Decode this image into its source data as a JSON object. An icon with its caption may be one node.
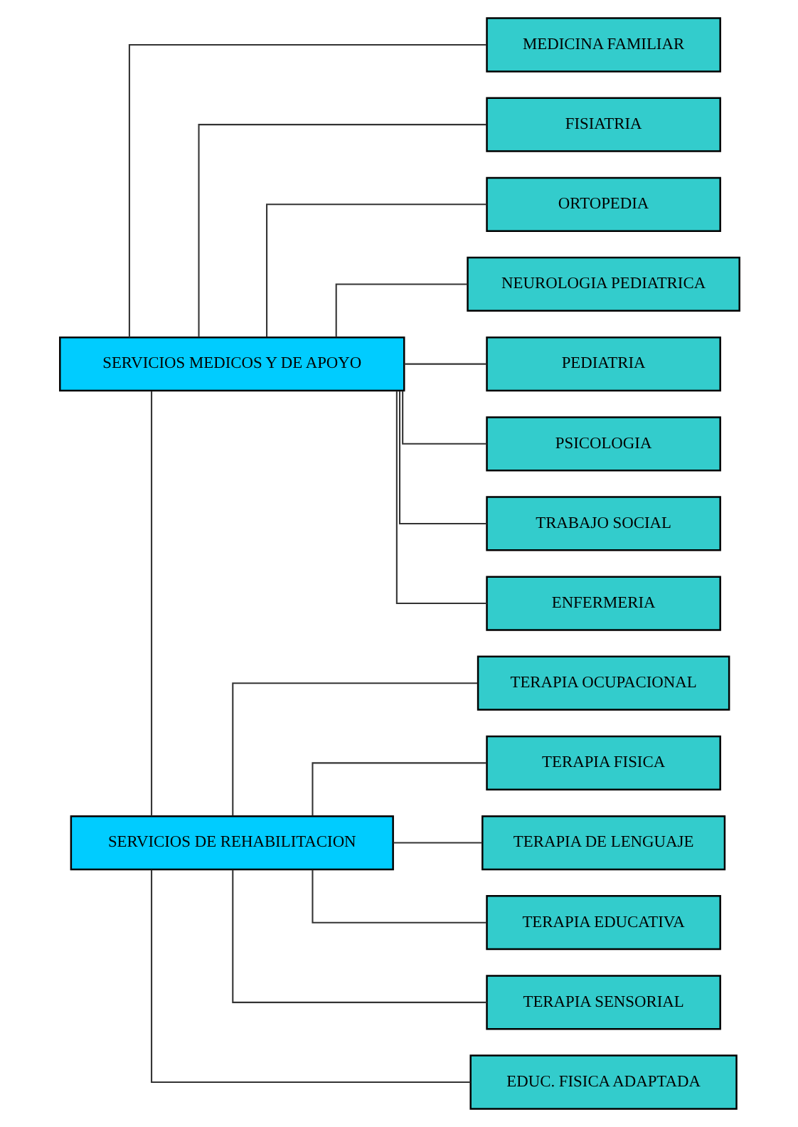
{
  "diagram": {
    "nodes": [
      {
        "text": [
          "SERVICIOS MEDICOS Y DE APOYO"
        ]
      },
      {
        "text": [
          "SERVICIOS DE REHABILITACION"
        ]
      },
      {
        "text": [
          "MEDICINA FAMILIAR"
        ]
      },
      {
        "text": [
          "FISIATRIA"
        ]
      },
      {
        "text": [
          "ORTOPEDIA"
        ]
      },
      {
        "text": [
          "NEUROLOGIA PEDIATRICA"
        ]
      },
      {
        "text": [
          "PEDIATRIA"
        ]
      },
      {
        "text": [
          "PSICOLOGIA"
        ]
      },
      {
        "text": [
          "TRABAJO SOCIAL"
        ]
      },
      {
        "text": [
          "ENFERMERIA"
        ]
      },
      {
        "text": [
          "TERAPIA OCUPACIONAL"
        ]
      },
      {
        "text": [
          "TERAPIA FISICA"
        ]
      },
      {
        "text": [
          "TERAPIA DE LENGUAJE"
        ]
      },
      {
        "text": [
          "TERAPIA EDUCATIVA"
        ]
      },
      {
        "text": [
          "TERAPIA SENSORIAL"
        ]
      },
      {
        "text": [
          "EDUC. FISICA ADAPTADA"
        ]
      }
    ],
    "edges": [
      {
        "from": 0,
        "to": 1,
        "arrow": "none"
      },
      {
        "from": 0,
        "to": 2,
        "arrow": "none"
      },
      {
        "from": 0,
        "to": 3,
        "arrow": "none"
      },
      {
        "from": 0,
        "to": 4,
        "arrow": "none"
      },
      {
        "from": 0,
        "to": 5,
        "arrow": "none"
      },
      {
        "from": 0,
        "to": 6,
        "arrow": "none"
      },
      {
        "from": 0,
        "to": 7,
        "arrow": "none"
      },
      {
        "from": 0,
        "to": 8,
        "arrow": "none"
      },
      {
        "from": 0,
        "to": 9,
        "arrow": "none"
      },
      {
        "from": 1,
        "to": 10,
        "arrow": "none"
      },
      {
        "from": 1,
        "to": 11,
        "arrow": "none"
      },
      {
        "from": 1,
        "to": 12,
        "arrow": "none"
      },
      {
        "from": 1,
        "to": 13,
        "arrow": "none"
      },
      {
        "from": 1,
        "to": 14,
        "arrow": "none"
      },
      {
        "from": 1,
        "to": 15,
        "arrow": "none"
      }
    ]
  }
}
